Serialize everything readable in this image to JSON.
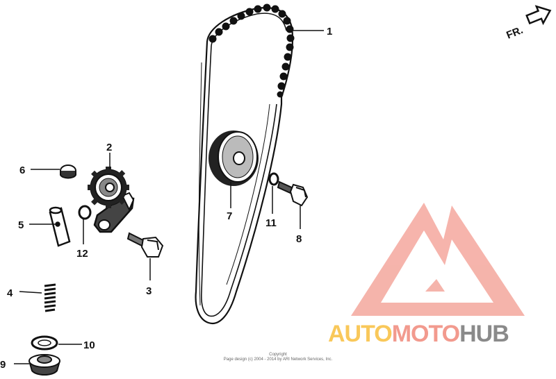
{
  "parts": [
    {
      "num": "1",
      "name": "cam-chain"
    },
    {
      "num": "2",
      "name": "tensioner-arm-roller"
    },
    {
      "num": "3",
      "name": "pivot-bolt"
    },
    {
      "num": "4",
      "name": "spring"
    },
    {
      "num": "5",
      "name": "pushrod"
    },
    {
      "num": "6",
      "name": "cap"
    },
    {
      "num": "7",
      "name": "guide-roller"
    },
    {
      "num": "8",
      "name": "roller-bolt"
    },
    {
      "num": "9",
      "name": "sealing-bolt"
    },
    {
      "num": "10",
      "name": "washer"
    },
    {
      "num": "11",
      "name": "washer-small"
    },
    {
      "num": "12",
      "name": "washer-arm"
    }
  ],
  "direction_label": "FR.",
  "copyright": {
    "line1": "Copyright",
    "line2": "Page design (c) 2004 - 2014 by ARI Network Services, Inc."
  },
  "watermark": {
    "part1": "AUTO",
    "part2": "MOTO",
    "part3": "HUB",
    "colors": {
      "auto": "#f9c85a",
      "moto": "#f29a8e",
      "hub": "#8a8a8a",
      "logo": "#f4a79d"
    }
  }
}
